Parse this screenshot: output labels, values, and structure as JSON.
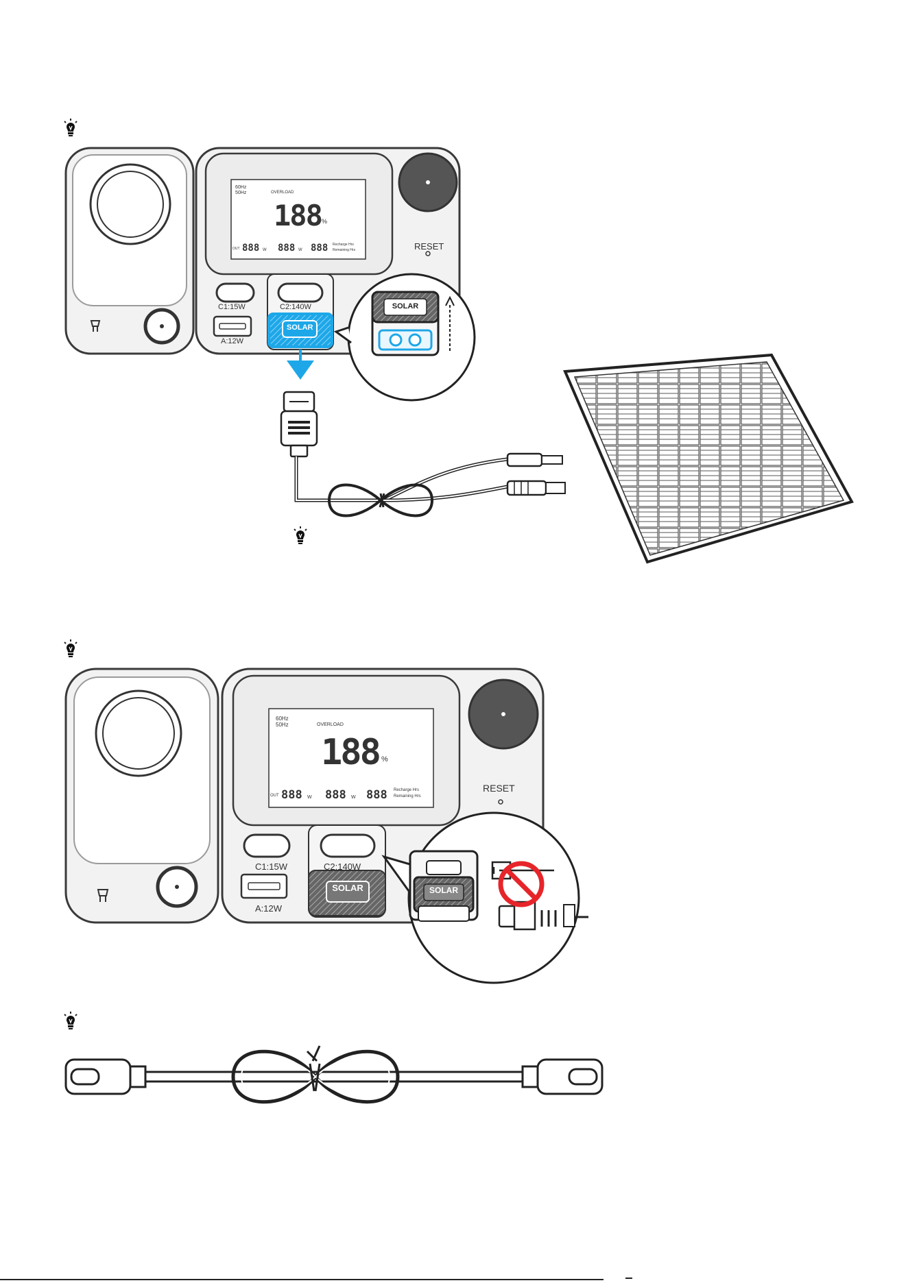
{
  "station": {
    "port_c1": "C1:15W",
    "port_c2": "C2:140W",
    "port_a": "A:12W",
    "solar_port": "SOLAR",
    "reset": "RESET",
    "display": {
      "percent_digits": "188",
      "percent_sign": "%",
      "freq_top": "60Hz",
      "freq_bottom": "50Hz",
      "overload": "OVERLOAD",
      "out_digits": "888",
      "in_digits": "888",
      "time_digits": "888",
      "unit_w": "W",
      "recharge": "Recharge Hrs",
      "remaining": "Remaining Hrs",
      "out_label": "OUT"
    }
  },
  "colors": {
    "accent_blue": "#1ea7e8",
    "outline": "#3a3a3a",
    "body_fill": "#efefef",
    "no_sign": "#e6252b"
  },
  "icons": {
    "tip": "lightbulb-tip-icon",
    "usb_c_cable": "usb-c-cable-icon",
    "solar_panel": "solar-panel-icon",
    "prohibited": "prohibited-icon"
  }
}
